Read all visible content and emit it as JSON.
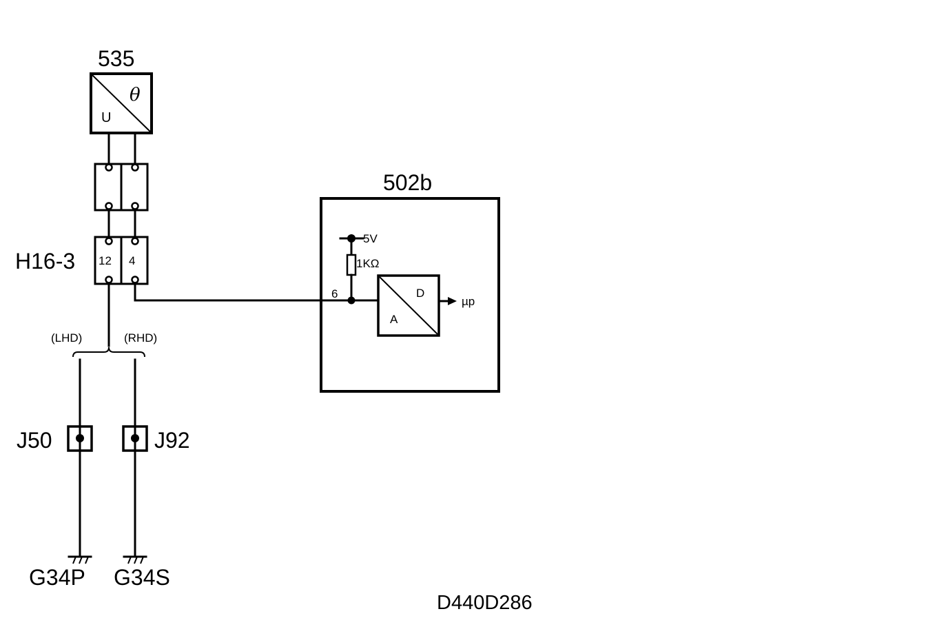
{
  "components": {
    "sensor": {
      "id": "535",
      "input_label": "U",
      "output_label": "θ"
    },
    "connector": {
      "id": "H16-3",
      "pin_left": "12",
      "pin_right": "4"
    },
    "ecu": {
      "id": "502b",
      "supply": "5V",
      "resistor": "1KΩ",
      "pin": "6",
      "converter_in": "A",
      "converter_out": "D",
      "output": "µp"
    },
    "variants": {
      "left": "(LHD)",
      "right": "(RHD)"
    },
    "splices": {
      "left": "J50",
      "right": "J92"
    },
    "grounds": {
      "left": "G34P",
      "right": "G34S"
    }
  },
  "diagram_code": "D440D286"
}
